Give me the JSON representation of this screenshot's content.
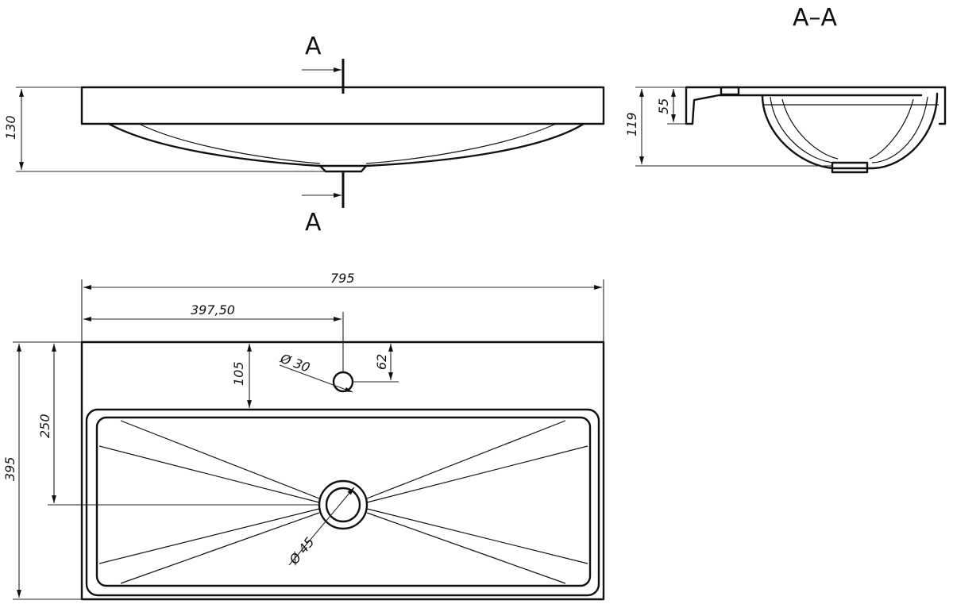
{
  "section_marks": {
    "top_letter": "A",
    "bottom_letter": "A",
    "section_title": "A–A"
  },
  "dimensions": {
    "front_height": "130",
    "section_height": "119",
    "section_rim": "55",
    "overall_width": "795",
    "tap_offset": "397,50",
    "tap_diameter": "Ø 30",
    "tap_depth": "62",
    "tap_to_bowl": "105",
    "drain_offset": "250",
    "overall_depth": "395",
    "drain_diameter": "Ø 45"
  }
}
